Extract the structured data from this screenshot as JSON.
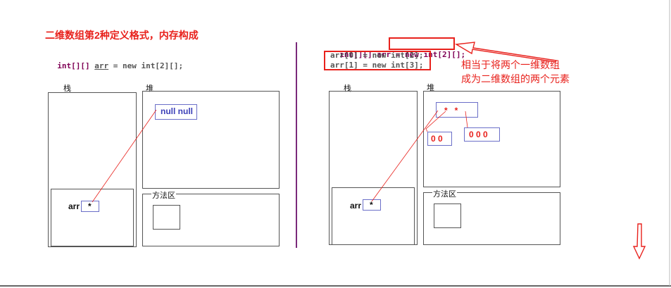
{
  "title": "二维数组第2种定义格式，内存构成",
  "left": {
    "code": {
      "type": "int[][] ",
      "var": "arr",
      "rest": " = new int[2][];"
    },
    "stack_label": "栈",
    "heap_label": "堆",
    "method_label": "方法区",
    "heap_value": "null null",
    "var_name": "arr",
    "var_value": "*"
  },
  "right": {
    "code_line1": {
      "a": "int[][] arr = ",
      "b": "new int[2][];"
    },
    "code_line2": "arr[0] = new int[2];",
    "code_line3": "arr[1] = new int[3];",
    "stack_label": "栈",
    "heap_label": "堆",
    "method_label": "方法区",
    "heap_refs": "*   *",
    "arr0": "0 0",
    "arr1": "0 0 0",
    "var_name": "arr",
    "var_value": "*",
    "note_line1": "相当于将两个一维数组",
    "note_line2": "成为二维数组的两个元素"
  },
  "colors": {
    "accent": "#e8211c",
    "divider": "#7a2a7a",
    "box_border": "#555555",
    "value_blue": "#3b3fb8"
  }
}
